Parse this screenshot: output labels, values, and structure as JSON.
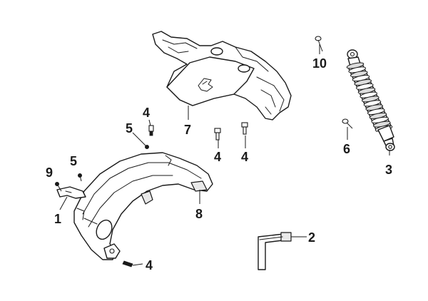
{
  "callouts": {
    "c1": "1",
    "c2": "2",
    "c3": "3",
    "c4a": "4",
    "c4b": "4",
    "c4c": "4",
    "c4d": "4",
    "c5a": "5",
    "c5b": "5",
    "c6": "6",
    "c7": "7",
    "c8": "8",
    "c9": "9",
    "c10": "10"
  },
  "colors": {
    "line": "#1a1a1a",
    "background": "#ffffff",
    "shade": "#e9e9e9"
  }
}
